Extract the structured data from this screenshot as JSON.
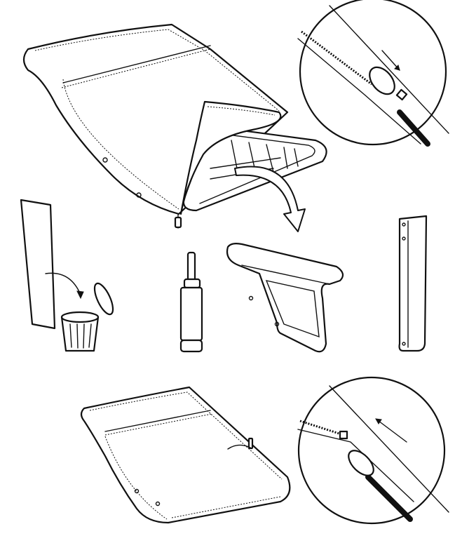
{
  "illustration": {
    "kind": "assembly-instruction",
    "line_color": "#111111",
    "background": "#ffffff",
    "steps": [
      {
        "name": "unzip-seat-cover",
        "arrow_direction": "down-right"
      },
      {
        "name": "discard-packaging"
      },
      {
        "name": "parts-gas-lift-armrest-bracket"
      },
      {
        "name": "zip-seat-cover",
        "arrow_direction": "up-left"
      }
    ]
  }
}
